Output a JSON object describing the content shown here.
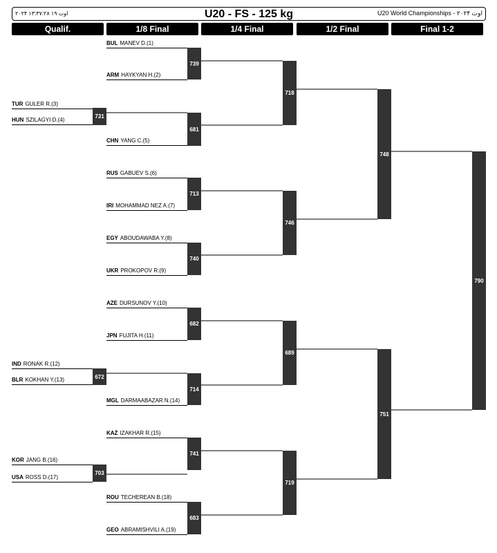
{
  "header": {
    "left": "۲۰۲۴ اوت ۱۹ ۱۳:۳۷:۲۸",
    "title": "U20 - FS - 125 kg",
    "right": "U20 World Championships - ۲۰۲۴ اوت"
  },
  "rounds": [
    "Qualif.",
    "1/8 Final",
    "1/4 Final",
    "1/2 Final",
    "Final 1-2"
  ],
  "entries": [
    {
      "country": "BUL",
      "name": "MANEV D.(1)"
    },
    {
      "country": "ARM",
      "name": "HAYKYAN H.(2)"
    },
    {
      "country": "TUR",
      "name": "GULER R.(3)"
    },
    {
      "country": "HUN",
      "name": "SZILAGYI D.(4)"
    },
    {
      "country": "CHN",
      "name": "YANG C.(5)"
    },
    {
      "country": "RUS",
      "name": "GABUEV S.(6)"
    },
    {
      "country": "IRI",
      "name": "MOHAMMAD NEZ A.(7)"
    },
    {
      "country": "EGY",
      "name": "ABOUDAWABA Y.(8)"
    },
    {
      "country": "UKR",
      "name": "PROKOPOV R.(9)"
    },
    {
      "country": "AZE",
      "name": "DURSUNOV Y.(10)"
    },
    {
      "country": "JPN",
      "name": "FUJITA H.(11)"
    },
    {
      "country": "IND",
      "name": "RONAK R.(12)"
    },
    {
      "country": "BLR",
      "name": "KOKHAN Y.(13)"
    },
    {
      "country": "MGL",
      "name": "DARMAABAZAR N.(14)"
    },
    {
      "country": "KAZ",
      "name": "IZAKHAR R.(15)"
    },
    {
      "country": "KOR",
      "name": "JANG B.(16)"
    },
    {
      "country": "USA",
      "name": "ROSS D.(17)"
    },
    {
      "country": "ROU",
      "name": "TECHEREAN B.(18)"
    },
    {
      "country": "GEO",
      "name": "ABRAMISHVILI A.(19)"
    }
  ],
  "bouts": [
    "739",
    "731",
    "681",
    "718",
    "713",
    "740",
    "746",
    "748",
    "682",
    "672",
    "714",
    "689",
    "741",
    "703",
    "719",
    "683",
    "751",
    "790"
  ]
}
